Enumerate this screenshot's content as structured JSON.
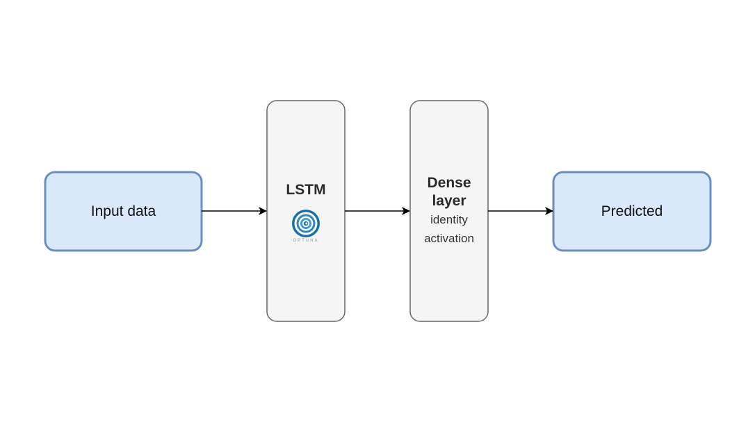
{
  "nodes": {
    "input": {
      "label": "Input data"
    },
    "lstm": {
      "title": "LSTM",
      "logo_text": "OPTUNA",
      "logo_icon": "optuna-logo"
    },
    "dense": {
      "title_line1": "Dense",
      "title_line2": "layer",
      "sub_line1": "identity",
      "sub_line2": "activation"
    },
    "output": {
      "label": "Predicted"
    }
  },
  "colors": {
    "io_fill": "#dae8fc",
    "io_stroke": "#6c8ebf",
    "layer_fill": "#f5f5f5",
    "layer_stroke": "#666666",
    "arrow": "#000000",
    "logo_blue": "#1a6fa3"
  }
}
